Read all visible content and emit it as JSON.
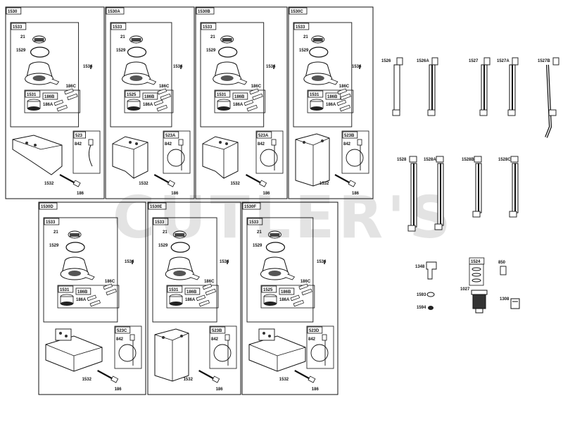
{
  "watermark": "CUTLER'S",
  "panels": [
    {
      "id": "1530",
      "subassembly": "1533",
      "filter": "1531",
      "filter_label": "186B",
      "fuel": "523",
      "bottom": "1532",
      "bottom_end": "186",
      "shroud": "plain"
    },
    {
      "id": "1530A",
      "subassembly": "1533",
      "filter": "1525",
      "filter_label": "186B",
      "fuel": "523A",
      "bottom": "1532",
      "bottom_end": "186",
      "shroud": "tall"
    },
    {
      "id": "1530B",
      "subassembly": "1533",
      "filter": "1531",
      "filter_label": "186B",
      "fuel": "523A",
      "bottom": "1532",
      "bottom_end": "186",
      "shroud": "tall"
    },
    {
      "id": "1530C",
      "subassembly": "1533",
      "filter": "1531",
      "filter_label": "186B",
      "fuel": "523B",
      "bottom": "1532",
      "bottom_end": "186",
      "shroud": "box"
    },
    {
      "id": "1530D",
      "subassembly": "1533",
      "filter": "1531",
      "filter_label": "186B",
      "fuel": "523C",
      "bottom": "1532",
      "bottom_end": "186",
      "shroud": "flat"
    },
    {
      "id": "1530E",
      "subassembly": "1533",
      "filter": "1531",
      "filter_label": "186B",
      "fuel": "523B",
      "bottom": "1532",
      "bottom_end": "186",
      "shroud": "box"
    },
    {
      "id": "1530F",
      "subassembly": "1533",
      "filter": "1525",
      "filter_label": "186B",
      "fuel": "523D",
      "bottom": "1532",
      "bottom_end": "186",
      "shroud": "flat"
    }
  ],
  "panel_labels": {
    "p21": "21",
    "p1529": "1529",
    "p1534": "1534",
    "p186c": "186C",
    "p186a": "186A",
    "p842": "842"
  },
  "tubes_row1": [
    "1526",
    "1526A",
    "1527",
    "1527A",
    "1527B"
  ],
  "tubes_row2": [
    "1528",
    "1528A",
    "1528B",
    "1528C"
  ],
  "small_parts": {
    "elbow": "1348",
    "kit": "1524",
    "tube": "850",
    "washer1": "1593",
    "washer2": "1594",
    "filter": "1027",
    "cap": "1308"
  }
}
